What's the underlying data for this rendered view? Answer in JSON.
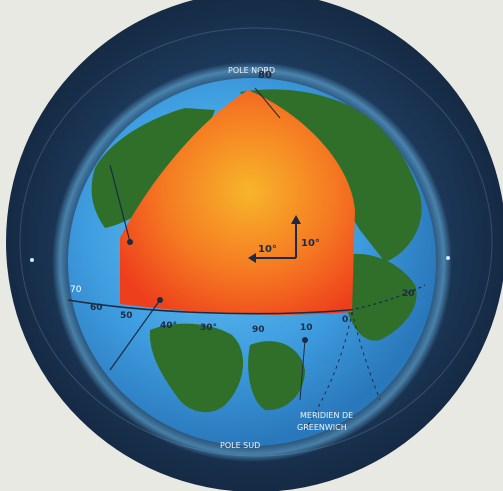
{
  "labels": {
    "north_pole": "POLE NORD",
    "south_pole": "POLE SUD",
    "meridian_line1": "MERIDIEN DE",
    "meridian_line2": "GREENWICH"
  },
  "degree_marks": {
    "top": "80",
    "arrow_left": "10°",
    "arrow_up": "10°",
    "left_70": "70",
    "left_60": "60",
    "left_50": "50",
    "eq_40": "40°",
    "eq_30": "30°",
    "eq_90": "90",
    "eq_10": "10",
    "eq_0": "0",
    "right_20": "20"
  },
  "colors": {
    "ocean": "#3f9ee0",
    "land": "#2f6f2a",
    "space": "#1a2f4a",
    "wedge_center": "#f7b52a",
    "wedge_edge": "#f04a1e"
  }
}
